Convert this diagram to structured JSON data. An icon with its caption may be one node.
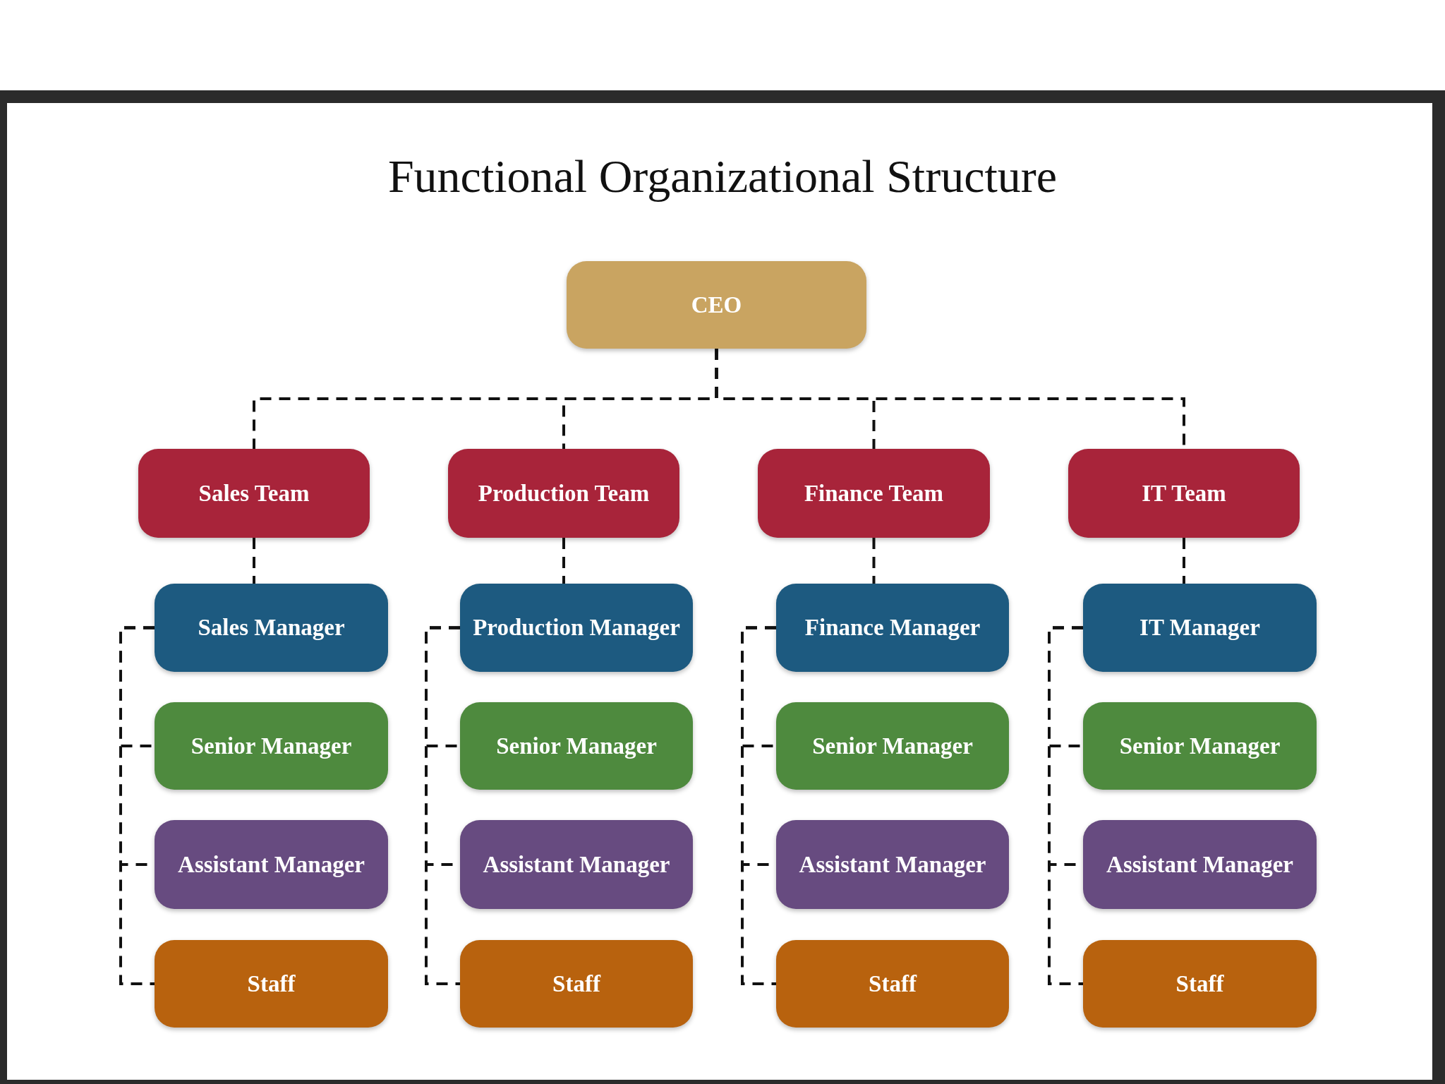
{
  "diagram": {
    "title": "Functional Organizational Structure",
    "nodes": [
      {
        "text": [
          "CEO"
        ]
      },
      {
        "text": [
          "Sales Team"
        ]
      },
      {
        "text": [
          "Production Team"
        ]
      },
      {
        "text": [
          "Finance Team"
        ]
      },
      {
        "text": [
          "IT Team"
        ]
      },
      {
        "text": [
          "Sales Manager"
        ]
      },
      {
        "text": [
          "Production Manager"
        ]
      },
      {
        "text": [
          "Finance Manager"
        ]
      },
      {
        "text": [
          "IT Manager"
        ]
      },
      {
        "text": [
          "Senior Manager"
        ]
      },
      {
        "text": [
          "Senior Manager"
        ]
      },
      {
        "text": [
          "Senior Manager"
        ]
      },
      {
        "text": [
          "Senior Manager"
        ]
      },
      {
        "text": [
          "Assistant Manager"
        ]
      },
      {
        "text": [
          "Assistant Manager"
        ]
      },
      {
        "text": [
          "Assistant Manager"
        ]
      },
      {
        "text": [
          "Assistant Manager"
        ]
      },
      {
        "text": [
          "Staff"
        ]
      },
      {
        "text": [
          "Staff"
        ]
      },
      {
        "text": [
          "Staff"
        ]
      },
      {
        "text": [
          "Staff"
        ]
      }
    ],
    "edges": [
      {
        "from": 0,
        "to": 1,
        "arrow": "none",
        "style": "dashed"
      },
      {
        "from": 0,
        "to": 2,
        "arrow": "none",
        "style": "dashed"
      },
      {
        "from": 0,
        "to": 3,
        "arrow": "none",
        "style": "dashed"
      },
      {
        "from": 0,
        "to": 4,
        "arrow": "none",
        "style": "dashed"
      },
      {
        "from": 1,
        "to": 5,
        "arrow": "none",
        "style": "dashed"
      },
      {
        "from": 2,
        "to": 6,
        "arrow": "none",
        "style": "dashed"
      },
      {
        "from": 3,
        "to": 7,
        "arrow": "none",
        "style": "dashed"
      },
      {
        "from": 4,
        "to": 8,
        "arrow": "none",
        "style": "dashed"
      },
      {
        "from": 5,
        "to": 9,
        "arrow": "none",
        "style": "dashed"
      },
      {
        "from": 5,
        "to": 13,
        "arrow": "none",
        "style": "dashed"
      },
      {
        "from": 5,
        "to": 17,
        "arrow": "none",
        "style": "dashed"
      },
      {
        "from": 6,
        "to": 10,
        "arrow": "none",
        "style": "dashed"
      },
      {
        "from": 6,
        "to": 14,
        "arrow": "none",
        "style": "dashed"
      },
      {
        "from": 6,
        "to": 18,
        "arrow": "none",
        "style": "dashed"
      },
      {
        "from": 7,
        "to": 11,
        "arrow": "none",
        "style": "dashed"
      },
      {
        "from": 7,
        "to": 15,
        "arrow": "none",
        "style": "dashed"
      },
      {
        "from": 7,
        "to": 19,
        "arrow": "none",
        "style": "dashed"
      },
      {
        "from": 8,
        "to": 12,
        "arrow": "none",
        "style": "dashed"
      },
      {
        "from": 8,
        "to": 16,
        "arrow": "none",
        "style": "dashed"
      },
      {
        "from": 8,
        "to": 20,
        "arrow": "none",
        "style": "dashed"
      }
    ]
  }
}
